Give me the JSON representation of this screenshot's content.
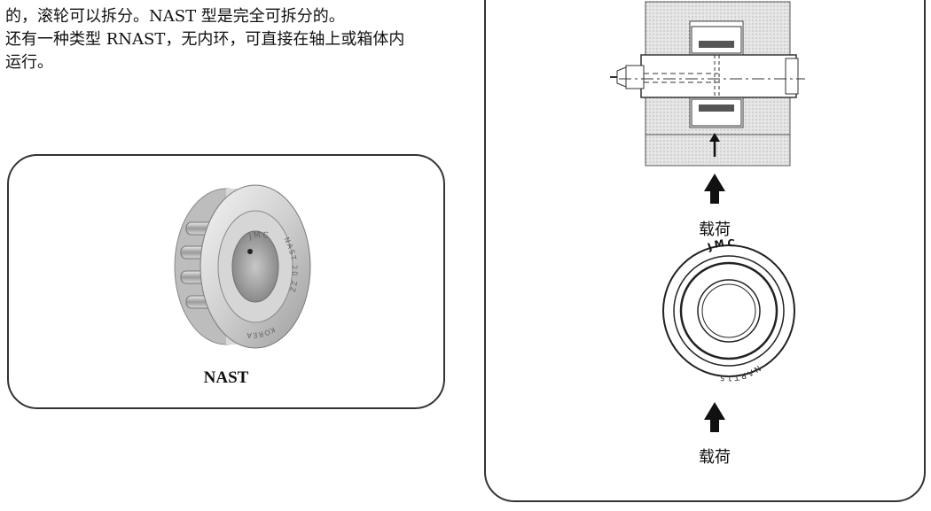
{
  "paragraph": {
    "line1": "的，滚轮可以拆分。NAST 型是完全可拆分的。",
    "line2": "还有一种类型 RNAST，无内环，可直接在轴上或箱体内",
    "line3": "运行。"
  },
  "product_card": {
    "caption": "NAST",
    "engraving_brand": "JMC",
    "engraving_model": "NAST 20 ZZ",
    "engraving_origin": "KOREA"
  },
  "diagram": {
    "load_label_top": "载荷",
    "load_label_bottom": "载荷",
    "ring_brand": "JMC",
    "ring_model": "NART15"
  }
}
